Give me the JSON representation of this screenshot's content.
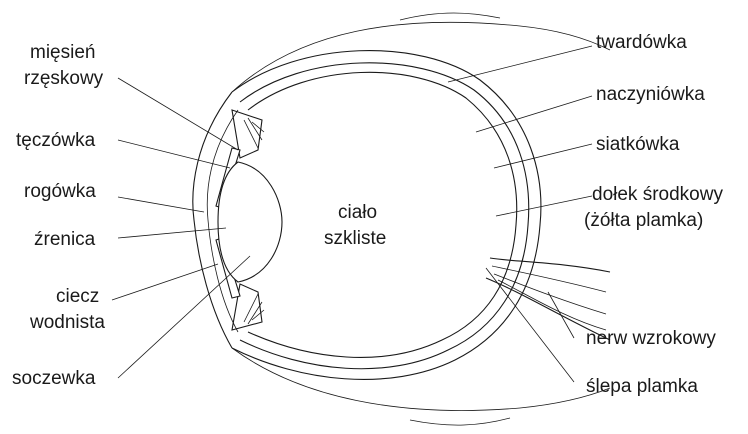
{
  "labels": {
    "ciliary_muscle_1": "mięsień",
    "ciliary_muscle_2": "rzęskowy",
    "iris": "tęczówka",
    "cornea": "rogówka",
    "pupil": "źrenica",
    "aqueous_1": "ciecz",
    "aqueous_2": "wodnista",
    "lens": "soczewka",
    "vitreous_1": "ciało",
    "vitreous_2": "szkliste",
    "sclera": "twardówka",
    "choroid": "naczyniówka",
    "retina": "siatkówka",
    "fovea_1": "dołek środkowy",
    "fovea_2": "(żółta plamka)",
    "optic_nerve": "nerw wzrokowy",
    "blind_spot": "ślepa plamka"
  }
}
